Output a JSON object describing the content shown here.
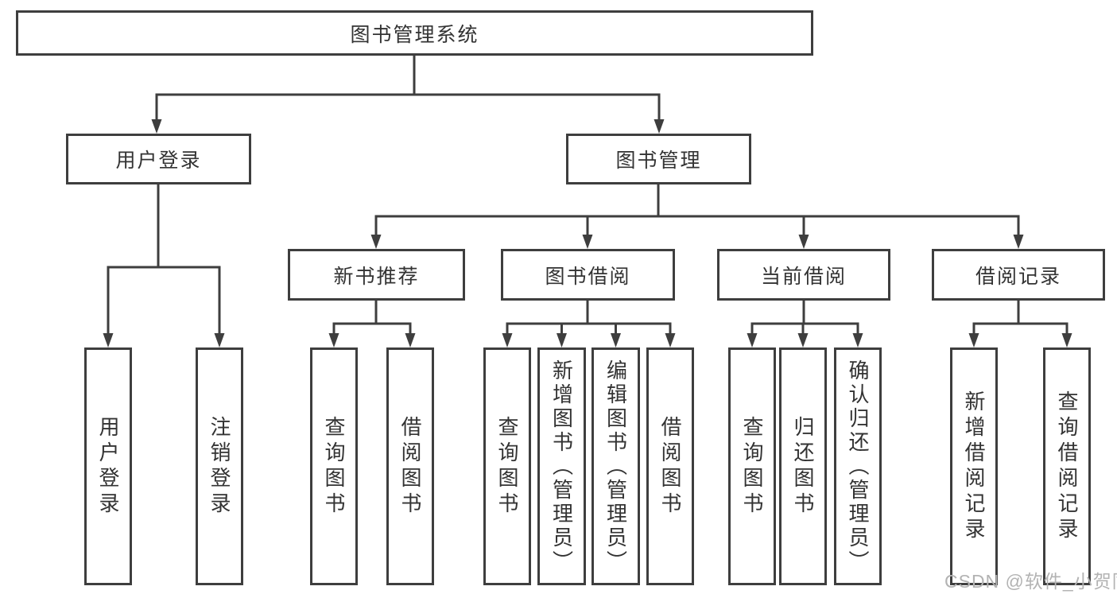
{
  "diagram": {
    "title": "图书管理系统",
    "level2": {
      "user_login": "用户登录",
      "book_management": "图书管理"
    },
    "level3": {
      "new_book_recommend": "新书推荐",
      "book_borrow": "图书借阅",
      "current_borrow": "当前借阅",
      "borrow_records": "借阅记录"
    },
    "leaves": {
      "user_login": "用户登录",
      "logout_login": "注销登录",
      "rec_query_books": "查询图书",
      "rec_borrow_books": "借阅图书",
      "bb_query_books": "查询图书",
      "bb_add_books_admin": "新增图书（管理员）",
      "bb_edit_books_admin": "编辑图书（管理员）",
      "bb_borrow_books": "借阅图书",
      "cb_query_books": "查询图书",
      "cb_return_books": "归还图书",
      "cb_confirm_return_admin": "确认归还（管理员）",
      "br_add_record": "新增借阅记录",
      "br_query_record": "查询借阅记录"
    }
  },
  "watermark": "CSDN @软件_小贺同学",
  "colors": {
    "line": "#3e3e3e",
    "text": "#333333",
    "watermark": "#b3b3b3"
  }
}
